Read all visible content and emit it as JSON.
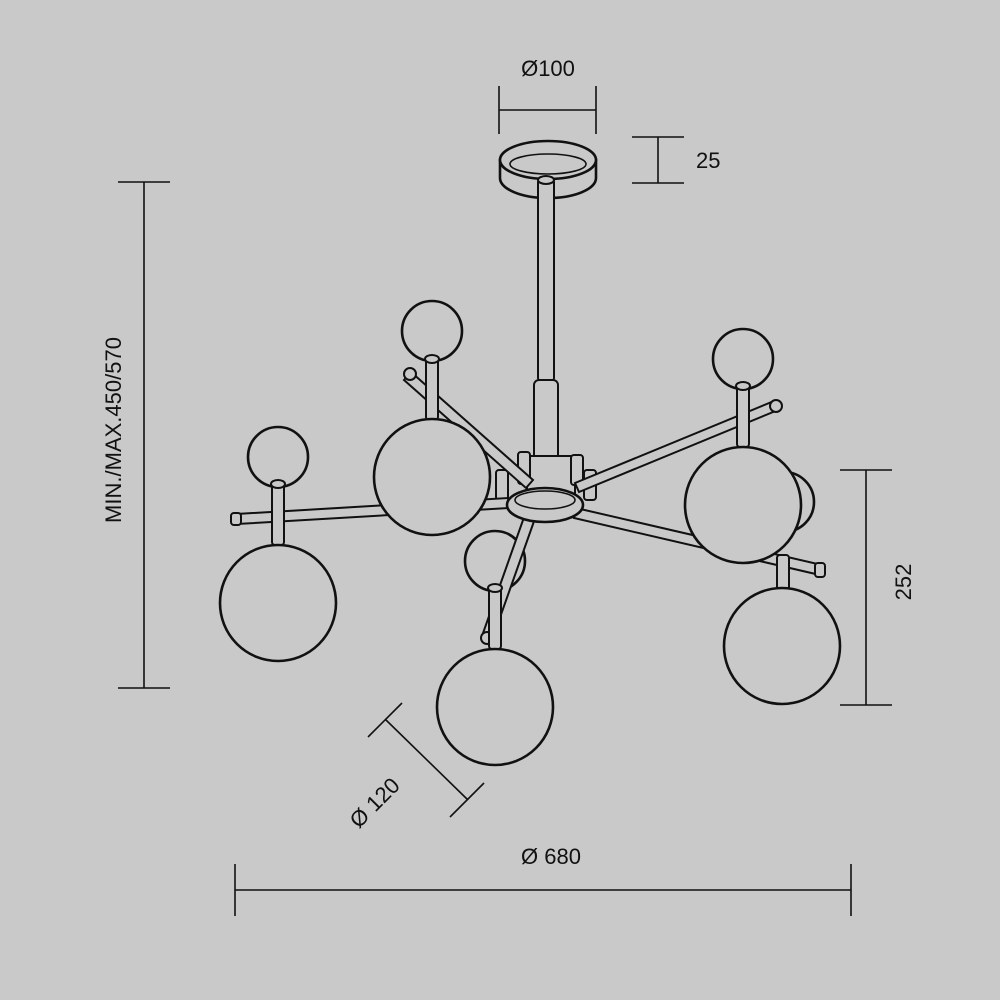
{
  "dimensions": {
    "canopy_diameter": "Ø100",
    "canopy_height": "25",
    "height_range": "MIN./MAX.450/570",
    "shade_height": "252",
    "shade_diameter": "Ø 120",
    "overall_diameter": "Ø 680"
  },
  "colors": {
    "background": "#c9c9c9",
    "line": "#111111"
  }
}
